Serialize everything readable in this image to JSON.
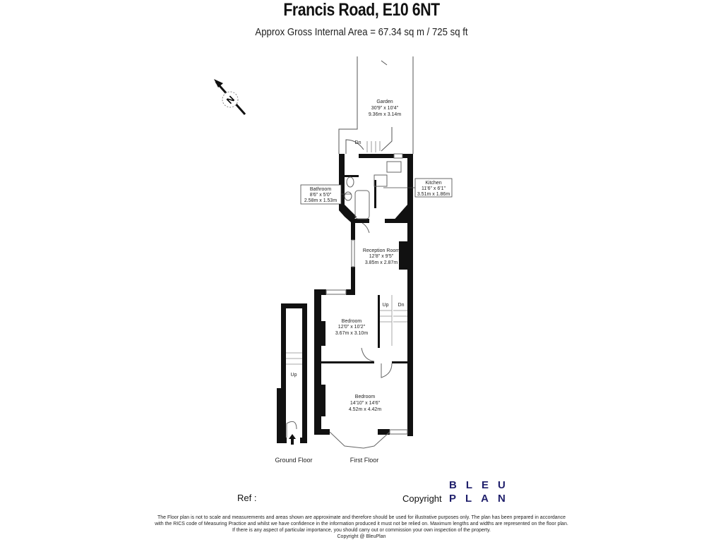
{
  "header": {
    "title": "Francis Road, E10 6NT",
    "area": "Approx Gross Internal Area = 67.34 sq m / 725 sq ft"
  },
  "compass": {
    "icon": "north-arrow-icon",
    "label": "N"
  },
  "rooms": {
    "garden": {
      "name": "Garden",
      "imperial": "30'9\" x 10'4\"",
      "metric": "9.36m x 3.14m"
    },
    "kitchen": {
      "name": "Kitchen",
      "imperial": "11'6\" x 6'1\"",
      "metric": "3.51m x 1.86m"
    },
    "bathroom": {
      "name": "Bathroom",
      "imperial": "8'6\" x 5'0\"",
      "metric": "2.58m x 1.53m"
    },
    "reception": {
      "name": "Reception Room",
      "imperial": "12'8\" x 9'5\"",
      "metric": "3.85m x 2.87m"
    },
    "bedroom1": {
      "name": "Bedroom",
      "imperial": "12'0\" x 10'2\"",
      "metric": "3.67m x 3.10m"
    },
    "bedroom2": {
      "name": "Bedroom",
      "imperial": "14'10\" x 14'6\"",
      "metric": "4.52m x 4.42m"
    }
  },
  "stairs": {
    "garden_dn": "Dn",
    "first_up": "Up",
    "first_dn": "Dn",
    "ground_up": "Up"
  },
  "floors": {
    "ground": "Ground Floor",
    "first": "First Floor"
  },
  "footer": {
    "ref_label": "Ref :",
    "copyright_label": "Copyright",
    "logo_line1": "BLEU",
    "logo_line2": "PLAN",
    "logo_color": "#1f1f6b",
    "disclaimer_1": "The Floor plan is not to scale and measurements and areas shown are approximate and therefore should be used for illustrative purposes only. The plan has been prepared in accordance",
    "disclaimer_2": "with the RICS code of Measuring Practice and whilst we have confidence in the information produced it must not be relied on. Maximum lengths and widths are represented on the floor plan.",
    "disclaimer_3": "If there is any aspect of particular importance, you should carry out or commission your own inspection of the property.",
    "disclaimer_4": "Copyright @ BleuPlan"
  }
}
